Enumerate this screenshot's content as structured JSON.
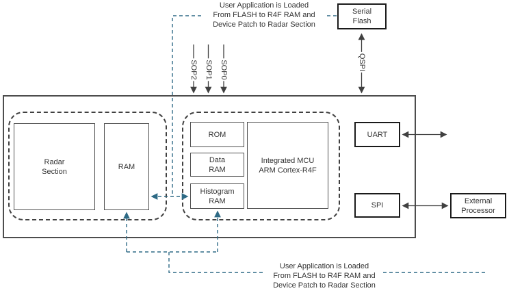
{
  "colors": {
    "box_border": "#4d4d4d",
    "strong_border": "#1a1a1a",
    "dashed_border": "#404040",
    "line": "#404040",
    "accent_dashed": "#2e6a85",
    "text": "#333333",
    "background": "#ffffff"
  },
  "annotations": {
    "top": "User Application is Loaded\nFrom FLASH to R4F RAM and\nDevice Patch to Radar Section",
    "bottom": "User Application is Loaded\nFrom FLASH to R4F RAM and\nDevice Patch to Radar Section"
  },
  "signals": {
    "sop2": "SOP2",
    "sop1": "SOP1",
    "sop0": "SOP0",
    "qspi": "QSPI"
  },
  "blocks": {
    "serial_flash": "Serial\nFlash",
    "radar_section": "Radar\nSection",
    "ram": "RAM",
    "rom": "ROM",
    "data_ram": "Data\nRAM",
    "histogram_ram": "Histogram\nRAM",
    "mcu": "Integrated MCU\nARM Cortex-R4F",
    "uart": "UART",
    "spi": "SPI",
    "external_processor": "External\nProcessor"
  }
}
